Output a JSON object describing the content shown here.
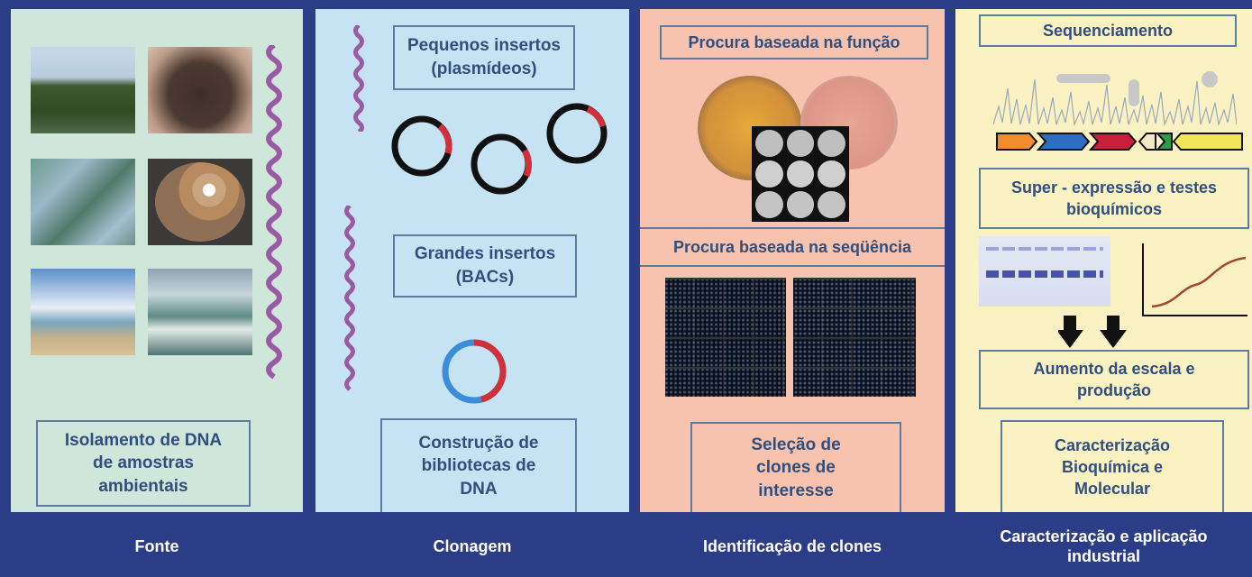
{
  "columns": [
    {
      "footer": "Fonte",
      "labels": {
        "box": "Isolamento de DNA\nde amostras\nambientais"
      }
    },
    {
      "footer": "Clonagem",
      "labels": {
        "small": "Pequenos insertos\n(plasmídeos)",
        "large": "Grandes insertos\n(BACs)",
        "box": "Construção de\nbibliotecas de\nDNA"
      }
    },
    {
      "footer": "Identificação de clones",
      "labels": {
        "function": "Procura baseada na função",
        "sequence": "Procura baseada na seqüência",
        "box": "Seleção de\nclones de\ninteresse"
      }
    },
    {
      "footer": "Caracterização e aplicação\nindustrial",
      "labels": {
        "seq": "Sequenciamento",
        "expr": "Super - expressão e testes\nbioquímicos",
        "scale": "Aumento da escala e\nprodução",
        "box": "Caracterização\nBioquímica e\nMolecular"
      }
    }
  ],
  "colors": {
    "frame": "#2b3d86",
    "border": "#5b7ba0",
    "text": "#304f7e",
    "plasmid_red": "#d0303a",
    "plasmid_blue": "#3a8ed8"
  }
}
